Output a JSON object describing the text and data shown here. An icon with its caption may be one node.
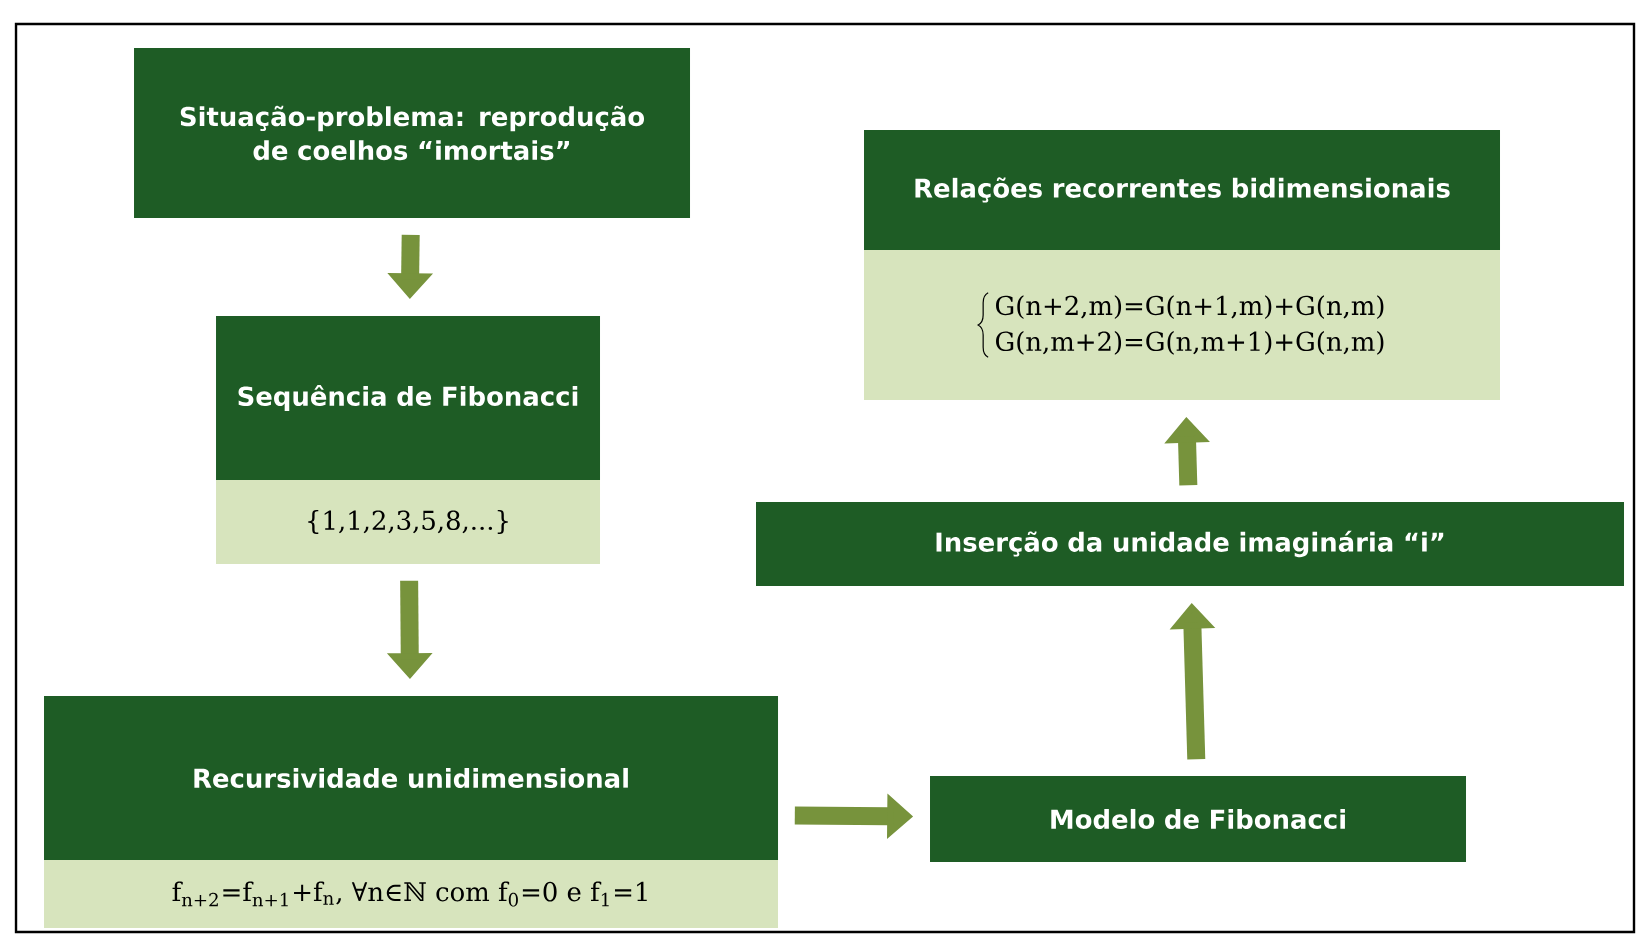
{
  "diagram": {
    "nodes": [
      {
        "text": [
          "Situação-problema: reprodução de coelhos “imortais”"
        ]
      },
      {
        "text": [
          "Sequência de Fibonacci",
          "{1,1,2,3,5,8,...}"
        ]
      },
      {
        "text": [
          "Recursividade unidimensional",
          "f$_{n+2}$=f$_{n+1}$+f$_{n}$, ∀n∈ℕ com f$_{0}$=0 e f$_{1}$=1"
        ]
      },
      {
        "text": [
          "Modelo de Fibonacci"
        ]
      },
      {
        "text": [
          "Inserção da unidade imaginária “i”"
        ]
      },
      {
        "text": [
          "Relações recorrentes bidimensionais",
          "G(n+2,m)=G(n+1,m)+G(n,m)",
          "G(n,m+2)=G(n,m+1)+G(n,m)"
        ]
      }
    ],
    "edges": [
      {
        "from": 0,
        "to": 1,
        "arrow": "to"
      },
      {
        "from": 1,
        "to": 2,
        "arrow": "to"
      },
      {
        "from": 2,
        "to": 3,
        "arrow": "to"
      },
      {
        "from": 3,
        "to": 4,
        "arrow": "to"
      },
      {
        "from": 4,
        "to": 5,
        "arrow": "to"
      }
    ]
  }
}
